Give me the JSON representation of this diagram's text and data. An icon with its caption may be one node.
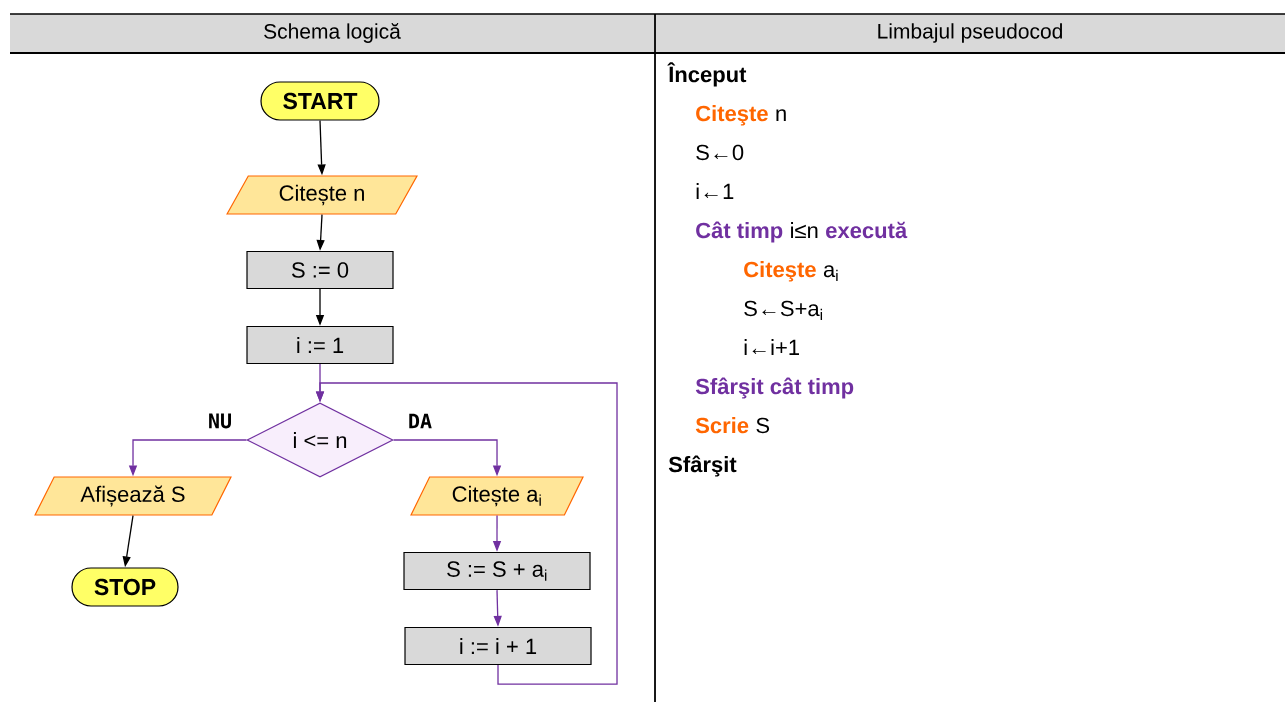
{
  "diagram": {
    "nodes": [
      {
        "text": [
          "START"
        ]
      },
      {
        "text": [
          "Citește n"
        ]
      },
      {
        "text": [
          "S := 0"
        ]
      },
      {
        "text": [
          "i := 1"
        ]
      },
      {
        "text": [
          "i <= n"
        ]
      },
      {
        "text": [
          "Afișează S"
        ]
      },
      {
        "text": [
          "Citește a$_{i}$"
        ]
      },
      {
        "text": [
          "STOP"
        ]
      },
      {
        "text": [
          "S := S + a$_{i}$"
        ]
      },
      {
        "text": [
          "i := i + 1"
        ]
      }
    ],
    "edges": [
      {
        "from": 0,
        "to": 1,
        "arrow": "to",
        "color": "#000000"
      },
      {
        "from": 1,
        "to": 2,
        "arrow": "to",
        "color": "#000000"
      },
      {
        "from": 2,
        "to": 3,
        "arrow": "to",
        "color": "#000000"
      },
      {
        "from": 3,
        "to": 4,
        "arrow": "to"
      },
      {
        "from": 4,
        "to": 5,
        "arrow": "to",
        "label": "NU"
      },
      {
        "from": 4,
        "to": 6,
        "arrow": "to",
        "label": "DA"
      },
      {
        "from": 5,
        "to": 7,
        "arrow": "to",
        "color": "#000000"
      },
      {
        "from": 6,
        "to": 8,
        "arrow": "to"
      },
      {
        "from": 8,
        "to": 9,
        "arrow": "to"
      },
      {
        "from": 9,
        "to": 4,
        "arrow": "to"
      }
    ],
    "labels": [
      "Schema logică",
      "Limbajul pseudocod",
      "Început",
      "Citeşte",
      "n",
      "S←0",
      "i←1",
      "Cât timp",
      "i≤n",
      "execută",
      "Citeşte",
      "a$_{i}$",
      "S←S+a$_{i}$",
      "i←i+1",
      "Sfârşit cât timp",
      "Scrie",
      "S",
      "Sfârşit"
    ]
  }
}
